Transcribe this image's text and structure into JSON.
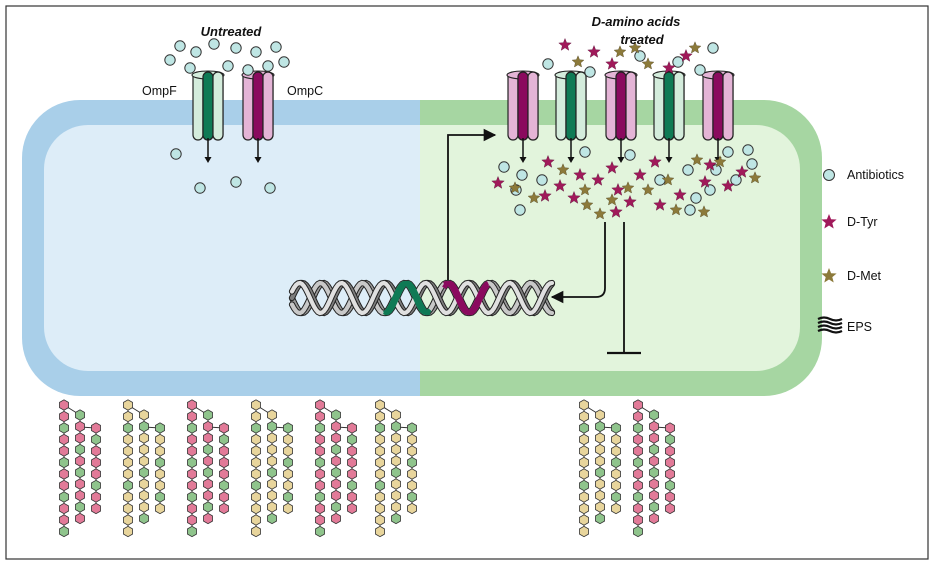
{
  "titles": {
    "untreated": "Untreated",
    "treated_line1": "D-amino acids",
    "treated_line2": "treated"
  },
  "porins": {
    "ompf": "OmpF",
    "ompc": "OmpC"
  },
  "legend": {
    "antibiotics": "Antibiotics",
    "dtyr": "D-Tyr",
    "dmet": "D-Met",
    "eps": "EPS"
  },
  "colors": {
    "left_membrane": "#a9cfe9",
    "left_cytoplasm": "#ddedf8",
    "right_membrane": "#a6d6a2",
    "right_cytoplasm": "#e2f4dc",
    "antibiotic_fill": "#bfe6e4",
    "d_tyr": "#a0195a",
    "d_met": "#8c7a3a",
    "ompf_dark": "#0f7a55",
    "ompf_light": "#d4ecdc",
    "ompc_dark": "#8a0a5e",
    "ompc_light": "#e4b4d6",
    "eps_pink": "#e27a98",
    "eps_green": "#8fc48c",
    "eps_tan": "#e8d59c"
  }
}
